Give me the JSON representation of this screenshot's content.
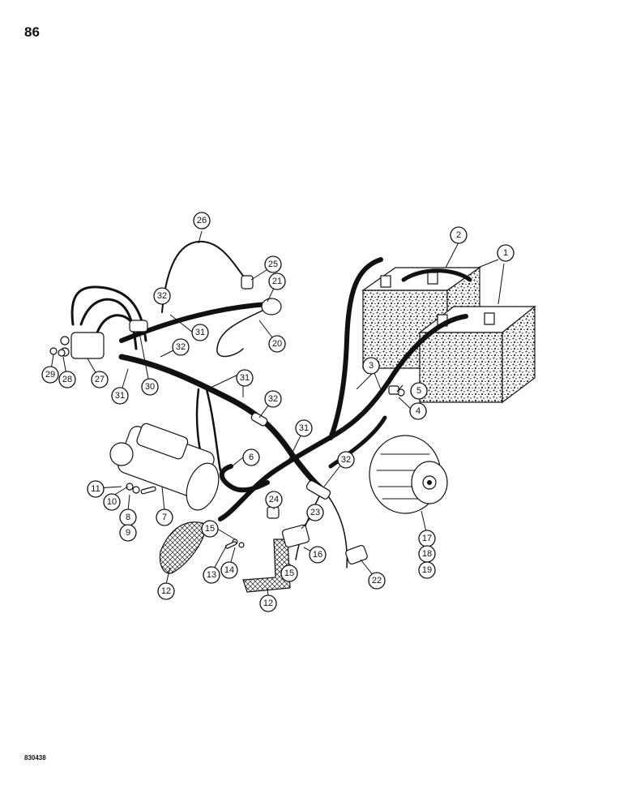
{
  "page_number": "86",
  "figure_code": "830438",
  "callouts": [
    "1",
    "2",
    "3",
    "4",
    "5",
    "6",
    "7",
    "8",
    "9",
    "10",
    "11",
    "12",
    "12",
    "13",
    "14",
    "15",
    "15",
    "16",
    "17",
    "18",
    "19",
    "20",
    "21",
    "22",
    "23",
    "24",
    "25",
    "26",
    "27",
    "28",
    "29",
    "30",
    "31",
    "31",
    "31",
    "31",
    "32",
    "32",
    "32",
    "32"
  ]
}
